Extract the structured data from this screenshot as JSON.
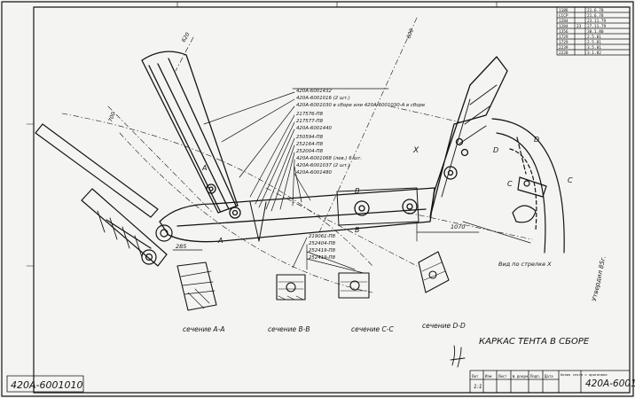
{
  "drawing": {
    "number": "420A-6001010",
    "title": "КАРКАС ТЕНТА В СБОРЕ",
    "view_label": "Вид по стрелке X",
    "approval_note": "Утвердил 85г.",
    "ink_color": "#141414",
    "paper_color": "#f4f4f2"
  },
  "sections": [
    {
      "caption": "сечение А-А"
    },
    {
      "caption": "сечение В-В"
    },
    {
      "caption": "сечение С-С"
    },
    {
      "caption": "сечение D-D"
    }
  ],
  "leaders_top": [
    "420А-6001432",
    "420А-6001016 (2 шт.)",
    "420А-6001030 в сборе или 420А-6001030-А в сборе",
    "217576-П8",
    "217577-П8",
    "420А-6001440",
    "250594-П8",
    "252164-П8",
    "252004-П8",
    "420А-6001068 (лев.) 6 шт.",
    "420А-6001037 (2 шт.)",
    "420А-6001480"
  ],
  "leaders_bottom": [
    "219061-П8",
    "252404-П8",
    "252419-П8",
    "252419-П8"
  ],
  "dimensions": [
    "1070",
    "600",
    "620",
    "700",
    "285"
  ],
  "markers": [
    "А",
    "А",
    "В",
    "В",
    "С",
    "С",
    "D",
    "D",
    "X"
  ],
  "revisions": [
    {
      "a": "1186",
      "b": "",
      "c": "21.6.78"
    },
    {
      "a": "СССР",
      "b": "",
      "c": "21.6.78"
    },
    {
      "a": "1284",
      "b": "",
      "c": "23.11.79"
    },
    {
      "a": "1284",
      "b": "23",
      "c": "27.11.79"
    },
    {
      "a": "1356",
      "b": "",
      "c": "30.1.80"
    },
    {
      "a": "1729",
      "b": "",
      "c": "2.5.81"
    },
    {
      "a": "1729",
      "b": "",
      "c": "2.5.81"
    },
    {
      "a": "2239",
      "b": "",
      "c": "3.5.81"
    },
    {
      "a": "2228",
      "b": "",
      "c": "3.1.82"
    }
  ],
  "title_block": {
    "cells": [
      "Лит",
      "Изм",
      "Лист",
      "№ докум.",
      "Подп.",
      "Дата"
    ],
    "sheet": "1:1",
    "note": "Копия снята с оригинала"
  }
}
